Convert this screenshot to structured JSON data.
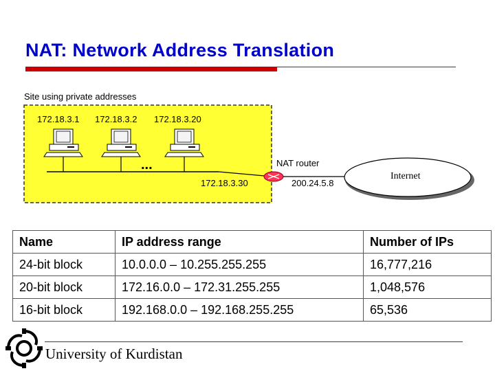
{
  "slide": {
    "title": "NAT: Network Address Translation"
  },
  "diagram": {
    "site_label": "Site using private addresses",
    "host_ips": [
      "172.18.3.1",
      "172.18.3.2",
      "172.18.3.20"
    ],
    "ellipsis": "...",
    "router_label": "NAT router",
    "router_private_ip": "172.18.3.30",
    "router_public_ip": "200.24.5.8",
    "internet_label": "Internet"
  },
  "table": {
    "headers": [
      "Name",
      "IP address range",
      "Number of IPs"
    ],
    "rows": [
      [
        "24-bit block",
        "10.0.0.0 – 10.255.255.255",
        "16,777,216"
      ],
      [
        "20-bit block",
        "172.16.0.0 – 172.31.255.255",
        "1,048,576"
      ],
      [
        "16-bit block",
        "192.168.0.0 – 192.168.255.255",
        "65,536"
      ]
    ]
  },
  "footer": {
    "university": "University of Kurdistan"
  },
  "colors": {
    "title": "#0000cc",
    "accent_rule": "#cc0000",
    "site_fill": "#ffff33",
    "router": "#ff3355"
  }
}
